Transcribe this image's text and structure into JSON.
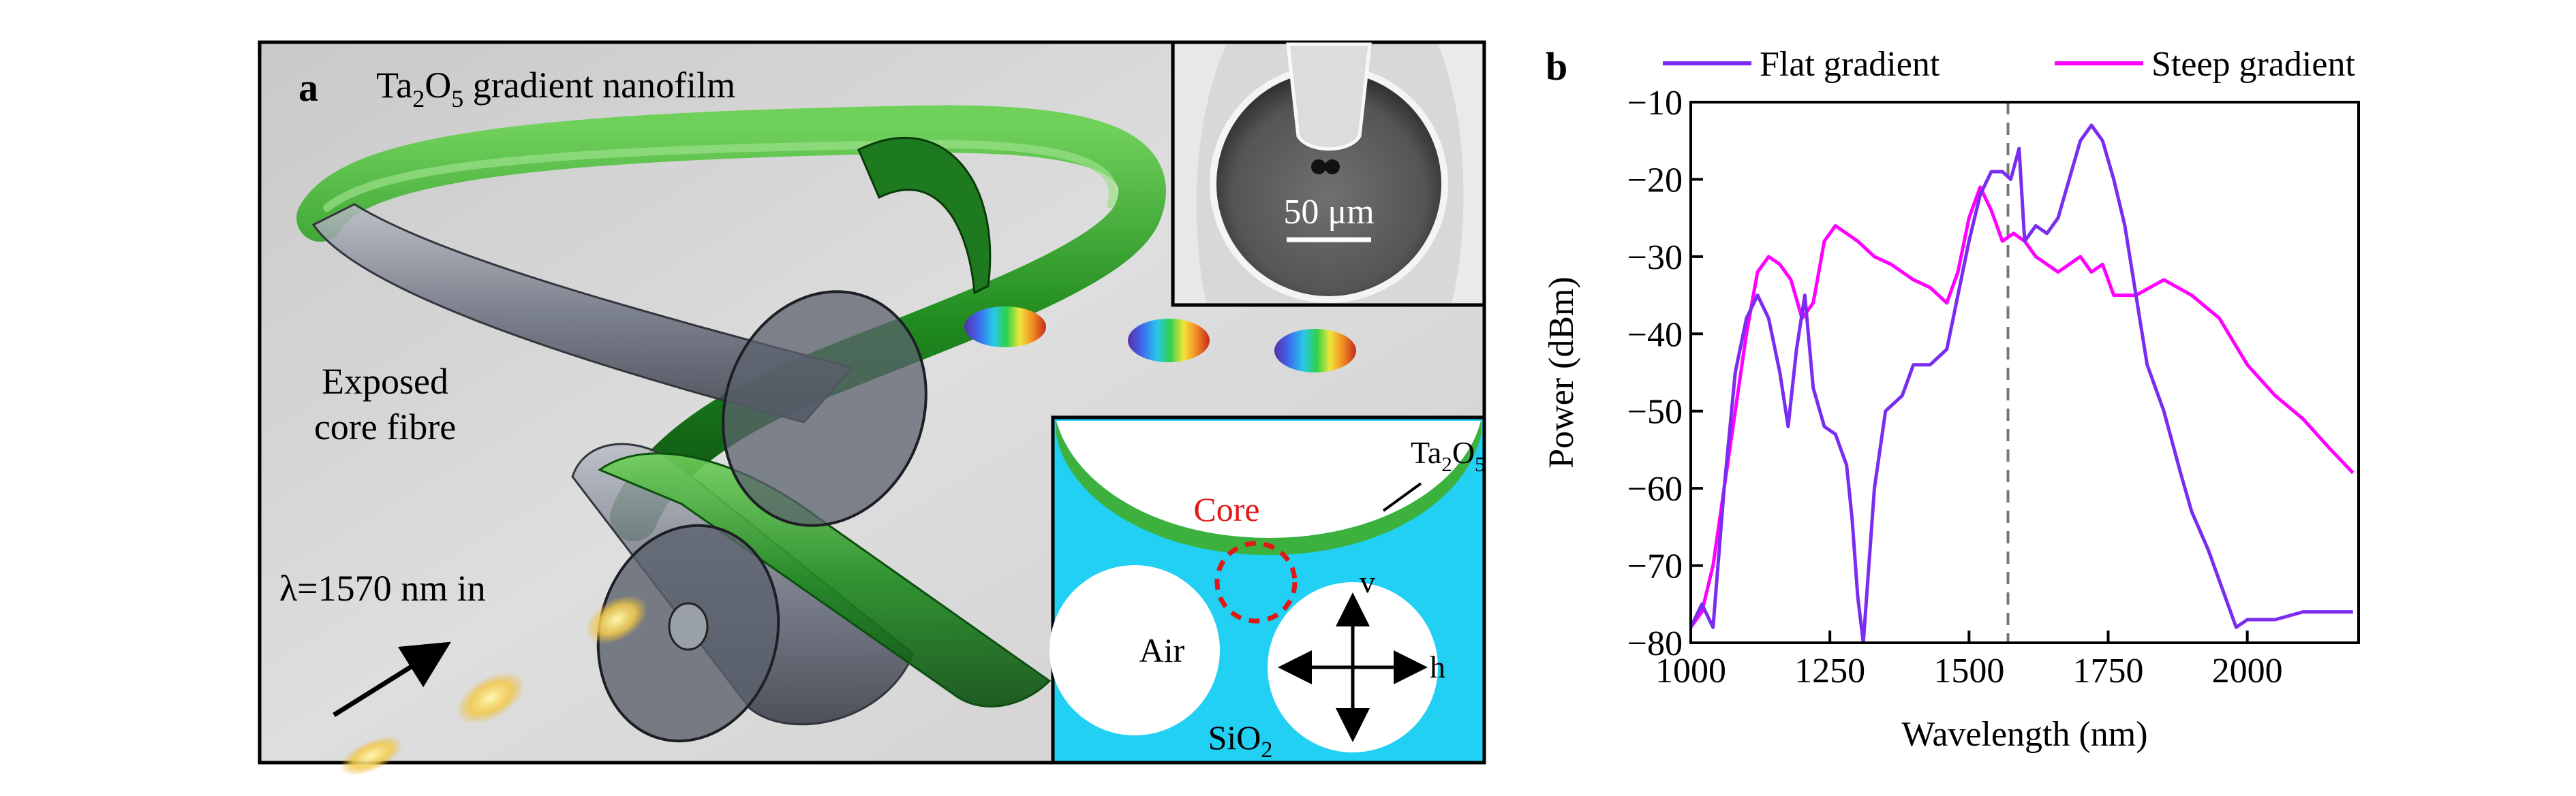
{
  "panel_a": {
    "letter": "a",
    "title_prefix": "Ta",
    "title_sub1": "2",
    "title_mid": "O",
    "title_sub2": "5",
    "title_suffix": " gradient nanofilm",
    "exposed_line1": "Exposed",
    "exposed_line2": "core fibre",
    "lambda_label": "λ=1570 nm in",
    "sem_scale": "50 μm",
    "inset": {
      "ta_prefix": "Ta",
      "ta_sub1": "2",
      "ta_mid": "O",
      "ta_sub2": "5",
      "core_label": "Core",
      "air_label": "Air",
      "sio2_prefix": "SiO",
      "sio2_sub": "2",
      "v_label": "v",
      "h_label": "h"
    }
  },
  "panel_b": {
    "letter": "b",
    "colors": {
      "flat": "#7b2cf0",
      "steep": "#ff00ff"
    }
  },
  "chart_data": {
    "type": "line",
    "xlabel": "Wavelength (nm)",
    "ylabel": "Power (dBm)",
    "xlim": [
      1000,
      2200
    ],
    "ylim": [
      -80,
      -10
    ],
    "xticks": [
      1000,
      1250,
      1500,
      1750,
      2000
    ],
    "yticks": [
      -10,
      -20,
      -30,
      -40,
      -50,
      -60,
      -70,
      -80
    ],
    "legend_position": "top",
    "vline_x": 1570,
    "series": [
      {
        "name": "Flat gradient",
        "x": [
          1000,
          1020,
          1040,
          1060,
          1080,
          1100,
          1120,
          1140,
          1160,
          1175,
          1190,
          1205,
          1220,
          1240,
          1260,
          1280,
          1290,
          1300,
          1310,
          1330,
          1350,
          1380,
          1400,
          1430,
          1460,
          1480,
          1500,
          1520,
          1540,
          1560,
          1575,
          1590,
          1600,
          1620,
          1640,
          1660,
          1680,
          1700,
          1720,
          1740,
          1760,
          1780,
          1800,
          1820,
          1850,
          1880,
          1900,
          1930,
          1960,
          1980,
          2000,
          2050,
          2100,
          2150,
          2190
        ],
        "y": [
          -78,
          -75,
          -78,
          -60,
          -45,
          -38,
          -35,
          -38,
          -45,
          -52,
          -42,
          -35,
          -47,
          -52,
          -53,
          -57,
          -64,
          -74,
          -80,
          -60,
          -50,
          -48,
          -44,
          -44,
          -42,
          -35,
          -28,
          -22,
          -19,
          -19,
          -20,
          -16,
          -28,
          -26,
          -27,
          -25,
          -20,
          -15,
          -13,
          -15,
          -20,
          -26,
          -35,
          -44,
          -50,
          -58,
          -63,
          -68,
          -74,
          -78,
          -77,
          -77,
          -76,
          -76,
          -76
        ]
      },
      {
        "name": "Steep gradient",
        "x": [
          1000,
          1020,
          1040,
          1060,
          1080,
          1100,
          1120,
          1140,
          1160,
          1180,
          1200,
          1220,
          1240,
          1260,
          1280,
          1300,
          1330,
          1360,
          1400,
          1430,
          1460,
          1480,
          1500,
          1520,
          1540,
          1560,
          1580,
          1600,
          1620,
          1640,
          1660,
          1680,
          1700,
          1720,
          1740,
          1760,
          1780,
          1800,
          1850,
          1900,
          1950,
          2000,
          2050,
          2100,
          2150,
          2190
        ],
        "y": [
          -78,
          -76,
          -70,
          -60,
          -50,
          -40,
          -32,
          -30,
          -31,
          -33,
          -38,
          -36,
          -28,
          -26,
          -27,
          -28,
          -30,
          -31,
          -33,
          -34,
          -36,
          -32,
          -25,
          -21,
          -24,
          -28,
          -27,
          -28,
          -30,
          -31,
          -32,
          -31,
          -30,
          -32,
          -31,
          -35,
          -35,
          -35,
          -33,
          -35,
          -38,
          -44,
          -48,
          -51,
          -55,
          -58
        ]
      }
    ]
  }
}
